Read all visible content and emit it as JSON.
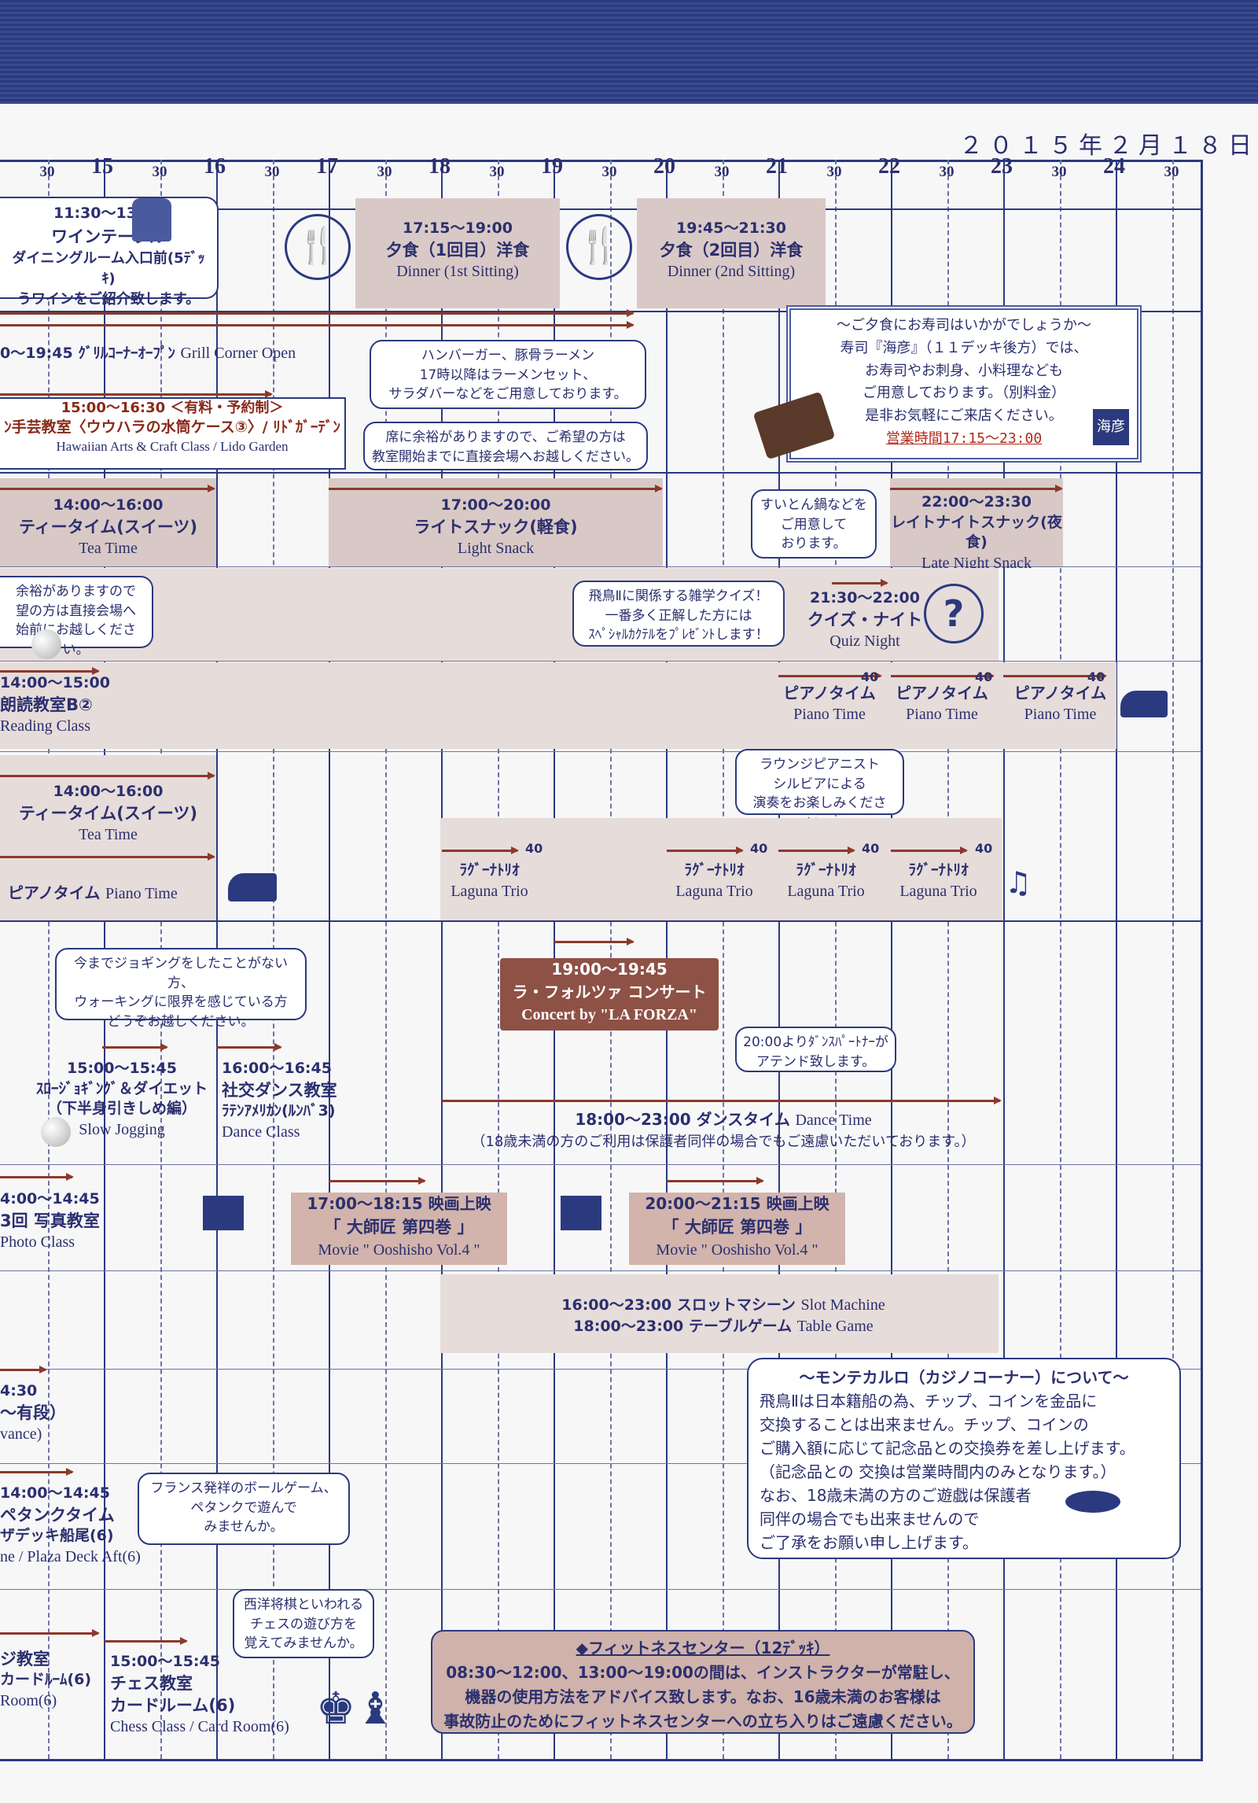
{
  "date": "２０１５年２月１８日",
  "hours": [
    "15",
    "16",
    "17",
    "18",
    "19",
    "20",
    "21",
    "22",
    "23",
    "24"
  ],
  "half_label": "30",
  "wine": {
    "time": "11:30〜13:00",
    "title": "ワインテーブル",
    "loc": "ダイニングルーム入口前(5ﾃﾞｯｷ)",
    "desc": "うワインをご紹介致します。"
  },
  "dinner1": {
    "time": "17:15〜19:00",
    "title": "夕食（1回目）洋食",
    "en": "Dinner (1st Sitting)"
  },
  "dinner2": {
    "time": "19:45〜21:30",
    "title": "夕食（2回目）洋食",
    "en": "Dinner (2nd Sitting)"
  },
  "grill": {
    "jp": "0〜19:45 ｸﾞﾘﾙｺｰﾅｰｵｰﾌﾟﾝ",
    "en": "Grill Corner Open"
  },
  "grill_bubble": [
    "ハンバーガー、豚骨ラーメン",
    "17時以降はラーメンセット、",
    "サラダバーなどをご用意しております。"
  ],
  "hawaiian": {
    "time": "15:00〜16:30 ＜有料・予約制＞",
    "title": "ﾝ手芸教室〈ウウハラの水筒ケース③〉/ ﾘﾄﾞｶﾞｰﾃﾞﾝ",
    "en": "Hawaiian Arts & Craft Class / Lido Garden"
  },
  "hawaiian_bubble": [
    "席に余裕がありますので、ご希望の方は",
    "教室開始までに直接会場へお越しください。"
  ],
  "sushi": {
    "lines": [
      "〜ご夕食にお寿司はいかがでしょうか〜",
      "寿司『海彦』（１１デッキ後方）では、",
      "お寿司やお刺身、小料理なども",
      "ご用意しております。（別料金）",
      "是非お気軽にご来店ください。"
    ],
    "hours": "営業時間17:15〜23:00",
    "logo": "海彦"
  },
  "tea1": {
    "time": "14:00〜16:00",
    "title": "ティータイム(スイーツ)",
    "en": "Tea Time"
  },
  "light": {
    "time": "17:00〜20:00",
    "title": "ライトスナック(軽食)",
    "en": "Light Snack"
  },
  "suiton_bubble": [
    "すいとん鍋などを",
    "ご用意して",
    "おります。"
  ],
  "latenight": {
    "time": "22:00〜23:30",
    "title": "レイトナイトスナック(夜食)",
    "en": "Late Night Snack"
  },
  "reading_bubble": [
    "余裕がありますので",
    "望の方は直接会場へ",
    "始前にお越しください。"
  ],
  "quiz_bubble": [
    "飛鳥Ⅱに関係する雑学クイズ！",
    "一番多く正解した方には",
    "ｽﾍﾟｼｬﾙｶｸﾃﾙをﾌﾟﾚｾﾞﾝﾄします！"
  ],
  "quiz": {
    "time": "21:30〜22:00",
    "title": "クイズ・ナイト",
    "en": "Quiz Night",
    "icon": "question-icon"
  },
  "reading": {
    "time": "14:00〜15:00",
    "title": "朗読教室B②",
    "en": "Reading Class"
  },
  "piano_evening": {
    "num": "40",
    "title": "ピアノタイム",
    "en": "Piano Time"
  },
  "lounge_bubble": [
    "ラウンジピアニスト",
    "シルビアによる",
    "演奏をお楽しみください。"
  ],
  "tea2": {
    "time": "14:00〜16:00",
    "title": "ティータイム(スイーツ)",
    "en": "Tea Time"
  },
  "piano_afternoon": {
    "title": "ピアノタイム",
    "en": "Piano Time"
  },
  "laguna": {
    "num": "40",
    "title": "ﾗｸﾞｰﾅﾄﾘｵ",
    "en": "Laguna Trio"
  },
  "jog_bubble": [
    "今までジョギングをしたことがない方、",
    "ウォーキングに限界を感じている方",
    "どうぞお越しください。"
  ],
  "concert": {
    "time": "19:00〜19:45",
    "title": "ラ・フォルツァ コンサート",
    "en": "Concert by \"LA FORZA\""
  },
  "dance_bubble": [
    "20:00よりﾀﾞﾝｽﾊﾟｰﾄﾅｰが",
    "アテンド致します。"
  ],
  "jogging": {
    "time": "15:00〜15:45",
    "title": "ｽﾛｰｼﾞｮｷﾞﾝｸﾞ＆ダイエット",
    "sub": "（下半身引きしめ編）",
    "en": "Slow Jogging"
  },
  "social_dance": {
    "time": "16:00〜16:45",
    "title": "社交ダンス教室",
    "sub": "ﾗﾃﾝｱﾒﾘｶﾝ(ﾙﾝﾊﾞ3)",
    "en": "Dance Class"
  },
  "dance_time": {
    "title": "18:00〜23:00 ダンスタイム",
    "en": "Dance Time",
    "note": "（18歳未満の方のご利用は保護者同伴の場合でもご遠慮いただいております。）"
  },
  "photo": {
    "time": "4:00〜14:45",
    "title": "3回 写真教室",
    "en": "Photo Class"
  },
  "movie1": {
    "time": "17:00〜18:15 映画上映",
    "title": "「 大師匠 第四巻 」",
    "en": "Movie \" Ooshisho Vol.4 \""
  },
  "movie2": {
    "time": "20:00〜21:15 映画上映",
    "title": "「 大師匠 第四巻 」",
    "en": "Movie \" Ooshisho Vol.4 \""
  },
  "casino_games": {
    "slot": "16:00〜23:00 スロットマシーン",
    "slot_en": "Slot Machine",
    "table": "18:00〜23:00 テーブルゲーム",
    "table_en": "Table Game"
  },
  "advance": {
    "time": "4:30",
    "title": "〜有段）",
    "en": "vance)"
  },
  "casino_note": {
    "title": "〜モンテカルロ（カジノコーナー）について〜",
    "lines": [
      "飛鳥Ⅱは日本籍船の為、チップ、コインを金品に",
      "交換することは出来ません。チップ、コインの",
      "ご購入額に応じて記念品との交換券を差し上げます。",
      "（記念品との 交換は営業時間内のみとなります。）",
      "なお、18歳未満の方のご遊戯は保護者",
      "同伴の場合でも出来ませんので",
      "ご了承をお願い申し上げます。"
    ]
  },
  "petanque": {
    "time": "14:00〜14:45",
    "title": "ペタンクタイム",
    "loc": "ザデッキ船尾(6)",
    "en": "ne / Plaza Deck Aft(6)"
  },
  "petanque_bubble": [
    "フランス発祥のボールゲーム、",
    "ペタンクで遊んで",
    "みませんか。"
  ],
  "chess_bubble": [
    "西洋将棋といわれる",
    "チェスの遊び方を",
    "覚えてみませんか。"
  ],
  "go": {
    "title": "ジ教室",
    "loc": "カードﾙｰﾑ(6)",
    "en": "Room(6)"
  },
  "chess": {
    "time": "15:00〜15:45",
    "title": "チェス教室",
    "loc": "カードルーム(6)",
    "en": "Chess Class / Card Room(6)"
  },
  "fitness": {
    "title": "◆フィットネスセンター（12ﾃﾞｯｷ）",
    "lines": [
      "08:30〜12:00、13:00〜19:00の間は、インストラクターが常駐し、",
      "機器の使用方法をアドバイス致します。なお、16歳未満のお客様は",
      "事故防止のためにフィットネスセンターへの立ち入りはご遠慮ください。"
    ]
  }
}
